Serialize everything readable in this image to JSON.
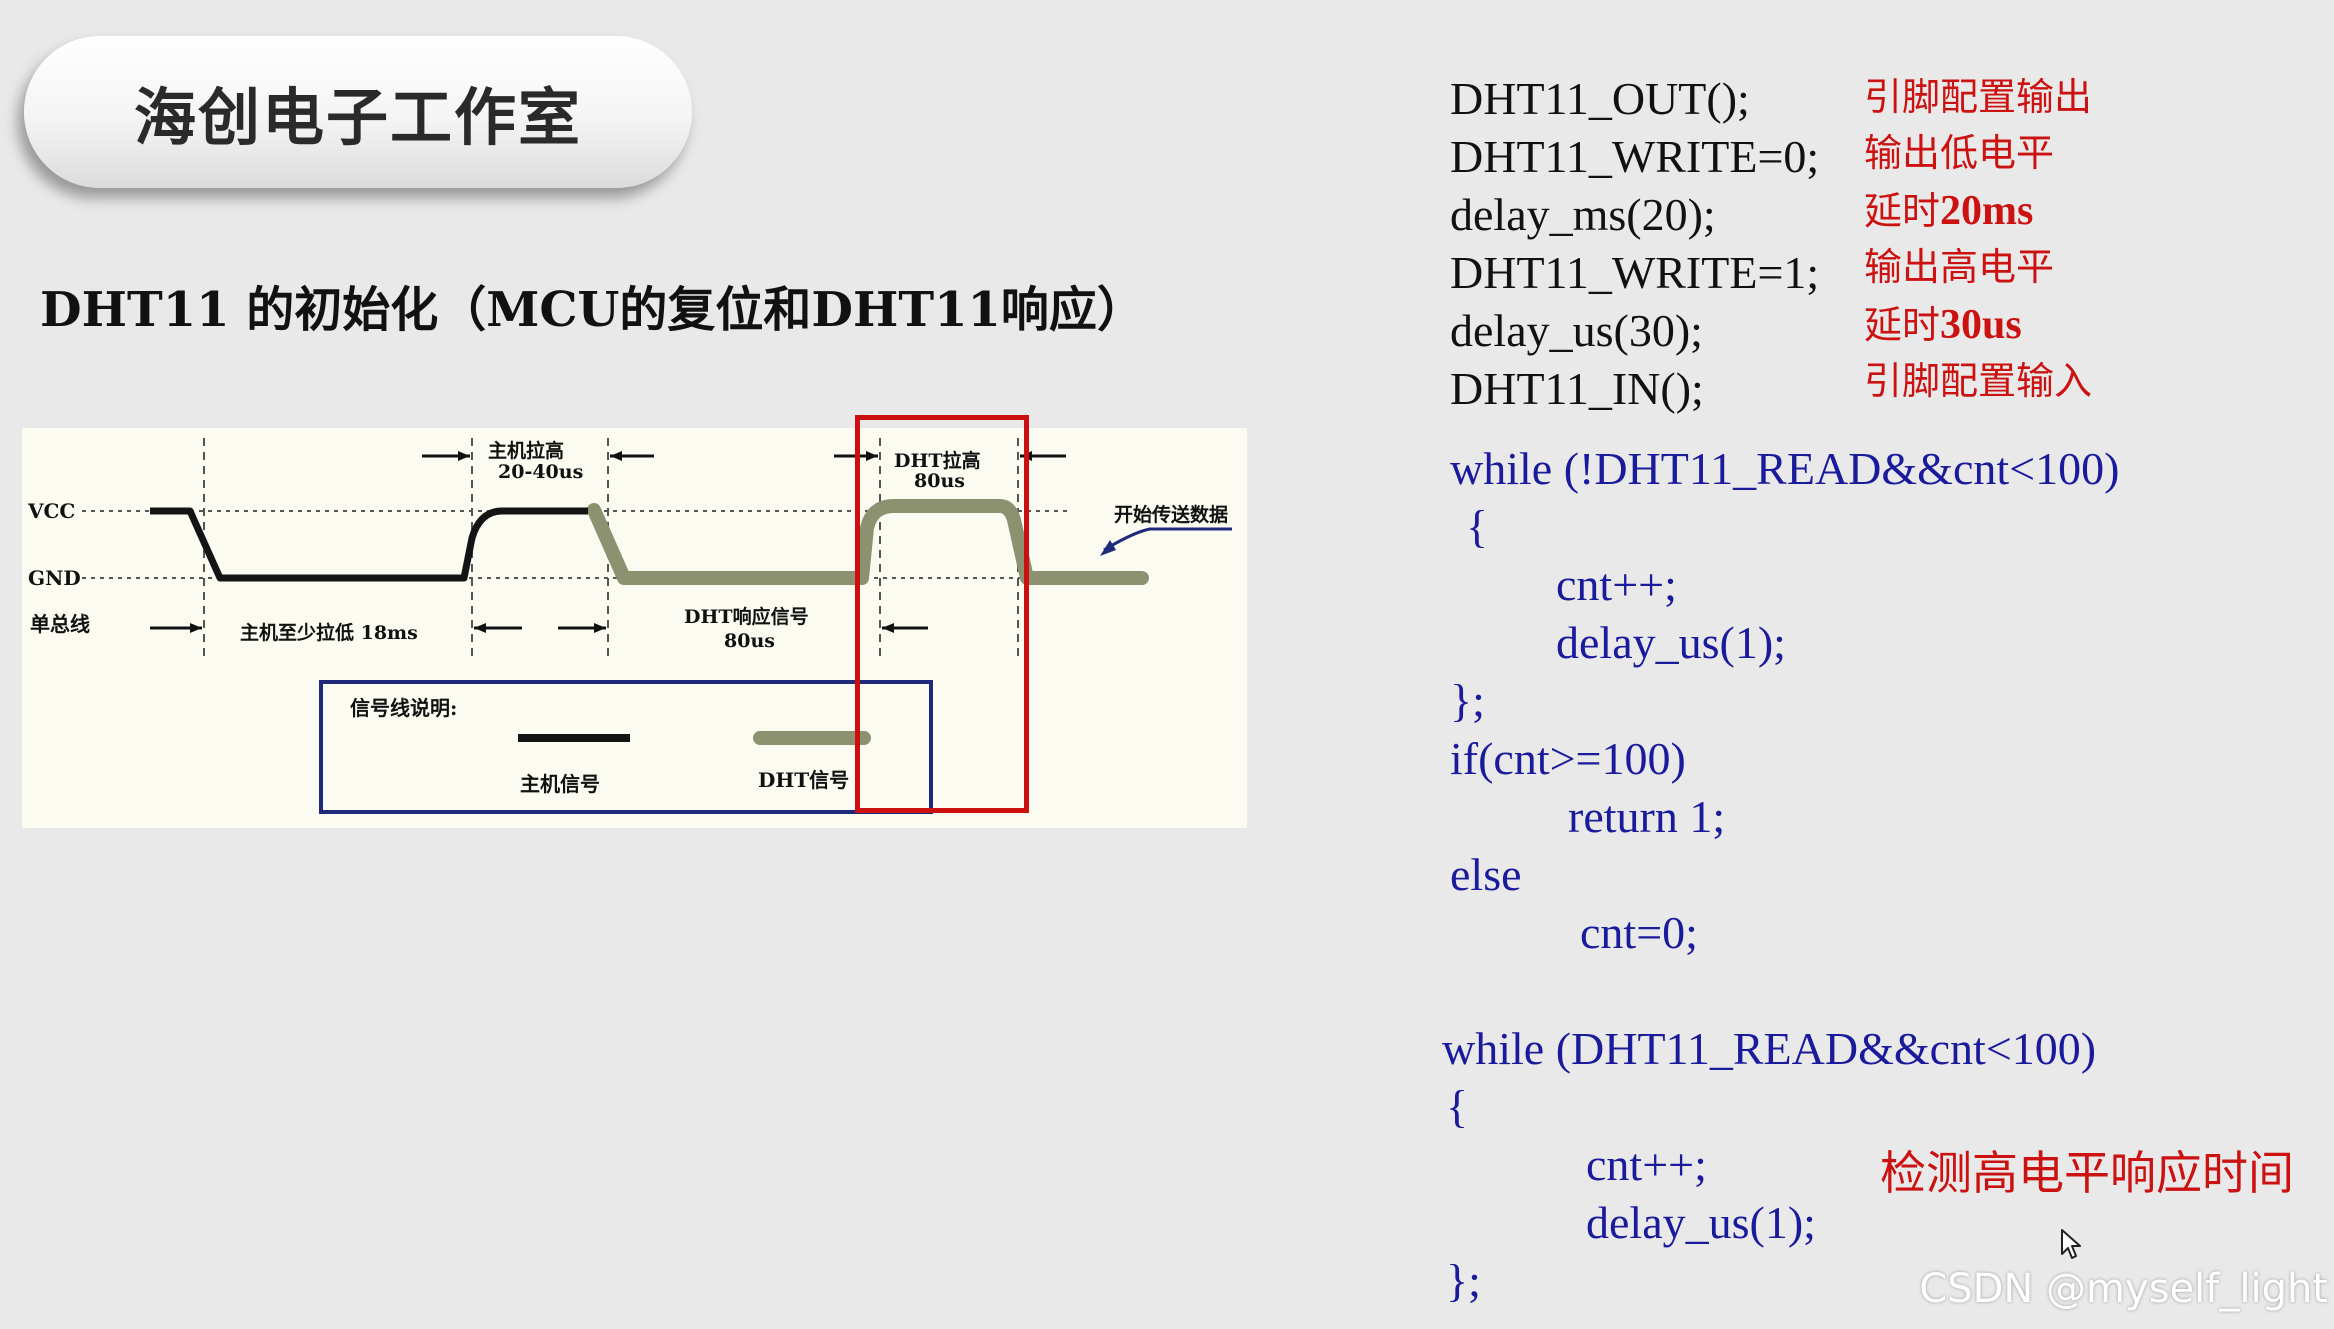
{
  "badge": {
    "title": "海创电子工作室"
  },
  "heading": "DHT11 的初始化（MCU的复位和DHT11响应）",
  "diagram": {
    "vcc": "VCC",
    "gnd": "GND",
    "bus": "单总线",
    "host_pull_high": "主机拉高",
    "host_pull_high_time": "20-40us",
    "host_pull_low": "主机至少拉低 18ms",
    "dht_response": "DHT响应信号",
    "dht_response_time": "80us",
    "dht_pull_high": "DHT拉高",
    "dht_pull_high_time": "80us",
    "start_data": "开始传送数据",
    "legend_title": "信号线说明:",
    "legend_host": "主机信号",
    "legend_dht": "DHT信号",
    "colors": {
      "host_signal": "#141414",
      "dht_signal": "#8c9270",
      "highlight": "#cc1010",
      "frame": "#1f2a7a"
    }
  },
  "code": {
    "init": [
      {
        "code": "DHT11_OUT();",
        "note": "引脚配置输出"
      },
      {
        "code": "DHT11_WRITE=0;",
        "note": "输出低电平"
      },
      {
        "code": "delay_ms(20);",
        "note_prefix": "延时",
        "note_bold": "20ms"
      },
      {
        "code": "DHT11_WRITE=1;",
        "note": "输出高电平"
      },
      {
        "code": "delay_us(30);",
        "note_prefix": "延时",
        "note_bold": "30us"
      },
      {
        "code": "DHT11_IN();",
        "note": "引脚配置输入"
      }
    ],
    "loop1": {
      "l1": "while (!DHT11_READ&&cnt<100)",
      "l2": "{",
      "l3": "cnt++;",
      "l4": "delay_us(1);",
      "l5": "};",
      "l6": "if(cnt>=100)",
      "l7": "return 1;",
      "l8": "else",
      "l9": "cnt=0;"
    },
    "loop2": {
      "l1": "while (DHT11_READ&&cnt<100)",
      "l2": "{",
      "l3": "cnt++;",
      "l4": "delay_us(1);",
      "l5": "};",
      "note": "检测高电平响应时间"
    }
  },
  "watermark": "CSDN @myself_light",
  "cursor_icon": "mouse-pointer-icon"
}
